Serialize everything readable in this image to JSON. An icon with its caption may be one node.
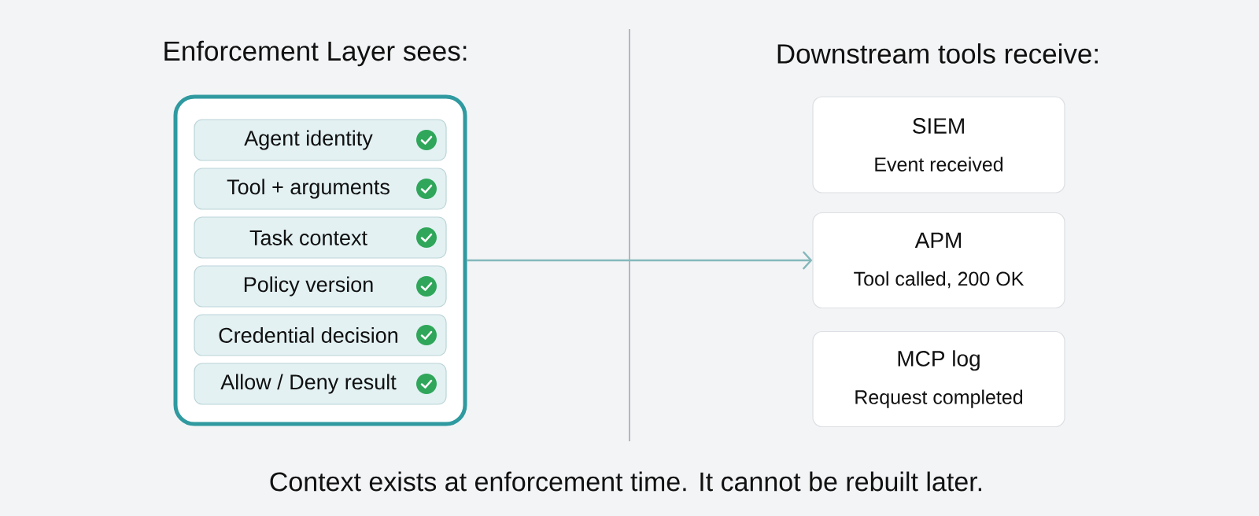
{
  "diagram": {
    "caption": "Context exists at enforcement time. It cannot be rebuilt later.",
    "nodes": [
      {
        "text": [],
        "shape": "box"
      },
      {
        "text": [
          "Agent identity"
        ],
        "in": 0
      },
      {
        "text": [
          "Tool + arguments"
        ],
        "in": 0
      },
      {
        "text": [
          "Task context"
        ],
        "in": 0
      },
      {
        "text": [
          "Policy version"
        ],
        "in": 0
      },
      {
        "text": [
          "Credential decision"
        ],
        "in": 0
      },
      {
        "text": [
          "Allow / Deny result"
        ],
        "in": 0
      },
      {
        "text": [
          "SIEM",
          "Event received"
        ]
      },
      {
        "text": [
          "APM",
          "Tool called, 200 OK"
        ]
      },
      {
        "text": [
          "MCP log",
          "Request completed"
        ]
      }
    ],
    "edges": [
      {
        "from": 0,
        "to": 8,
        "arrow": "to"
      }
    ],
    "labels": [
      "Enforcement Layer sees:",
      "Downstream tools receive:"
    ]
  }
}
